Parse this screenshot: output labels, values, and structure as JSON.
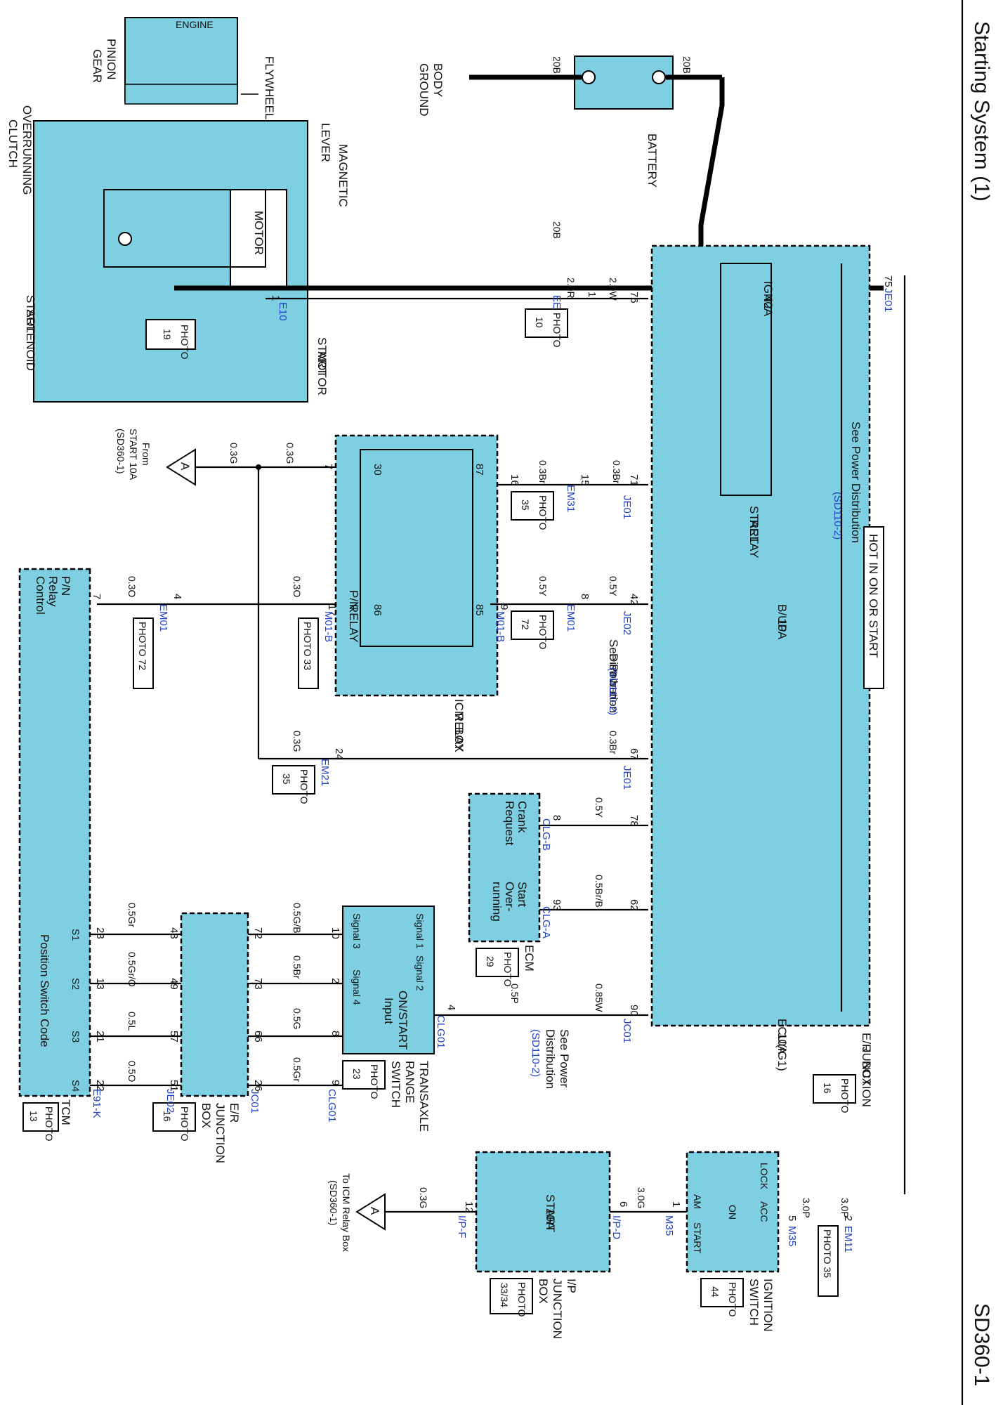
{
  "header": {
    "title": "Starting System (1)",
    "page_code": "SD360-1"
  },
  "components": {
    "engine": "ENGINE",
    "flywheel": "FLYWHEEL",
    "pinion_gear": [
      "PINION",
      "GEAR"
    ],
    "overrunning_clutch": [
      "OVERRUNNING",
      "CLUTCH"
    ],
    "lever": "LEVER",
    "magnetic": "MAGNETIC",
    "motor": "MOTOR",
    "start_motor": [
      "START",
      "MOTOR"
    ],
    "start_solenoid": [
      "START",
      "SOLENOID"
    ],
    "battery": "BATTERY",
    "body_ground": [
      "BODY",
      "GROUND"
    ],
    "ign2_fuse": [
      "IGN2",
      "40A"
    ],
    "start_relay": [
      "START",
      "RELAY"
    ],
    "bup_fuse": [
      "B/UP",
      "10A"
    ],
    "ecu_fuse": [
      "ECU(IG1)",
      "10A"
    ],
    "pn_relay": [
      "P/N",
      "RELAY"
    ],
    "icm_relay_box": [
      "ICM",
      "RELAY",
      "BOX"
    ],
    "er_junction_box": [
      "E/R",
      "JUNCTION",
      "BOX"
    ],
    "ecm": "ECM",
    "crank_request": [
      "Crank",
      "Request"
    ],
    "start_overrunning": [
      "Start",
      "Over-",
      "running"
    ],
    "transaxle_range_switch": [
      "TRANSAXLE",
      "RANGE",
      "SWITCH"
    ],
    "on_start_input": [
      "ON/START",
      "Input"
    ],
    "signal_labels": [
      "Signal 1",
      "Signal 2",
      "Signal 3",
      "Signal 4"
    ],
    "tcm": "TCM",
    "pn_relay_control": [
      "P/N",
      "Relay",
      "Control"
    ],
    "position_switch_code": "Position Switch Code",
    "s_labels": [
      "S1",
      "S2",
      "S3",
      "S4"
    ],
    "ignition_switch": [
      "IGNITION",
      "SWITCH"
    ],
    "ign_positions": [
      "LOCK",
      "ACC",
      "ON",
      "START",
      "AM"
    ],
    "ip_junction_box": [
      "I/P",
      "JUNCTION",
      "BOX"
    ],
    "start_fuse": [
      "START",
      "10A"
    ]
  },
  "notes": {
    "hot_in_on": "HOT IN ON OR START",
    "see_power_dist": "See Power Distribution",
    "see_power": "See Power",
    "distribution": "Distribution",
    "sd110_2": "(SD110-2)",
    "from_start": [
      "From",
      "START 10A",
      "(SD360-1)"
    ],
    "to_icm": [
      "To ICM Relay Box",
      "(SD360-1)"
    ],
    "off_page": "A"
  },
  "photos": {
    "p19": [
      "PHOTO",
      "19"
    ],
    "p10": [
      "PHOTO",
      "10"
    ],
    "p35a": [
      "PHOTO",
      "35"
    ],
    "p72a": [
      "PHOTO",
      "72"
    ],
    "p33": "PHOTO 33",
    "p72b": "PHOTO 72",
    "p35b": [
      "PHOTO",
      "35"
    ],
    "p29": [
      "PHOTO",
      "29"
    ],
    "p23": [
      "PHOTO",
      "23"
    ],
    "p16a": [
      "PHOTO",
      "16"
    ],
    "p16b": [
      "PHOTO",
      "16"
    ],
    "p13": [
      "PHOTO",
      "13"
    ],
    "p35c": "PHOTO 35",
    "p44": [
      "PHOTO",
      "44"
    ],
    "p3334": [
      "PHOTO",
      "33/34"
    ]
  },
  "connectors": {
    "e10": "E10",
    "ee02": "EE02",
    "je01": "JE01",
    "je02": "JE02",
    "em31": "EM31",
    "em01": "EM01",
    "m01b": "M01-B",
    "em21": "EM21",
    "clgb": "CLG-B",
    "clga": "CLG-A",
    "jc01": "JC01",
    "clg01": "CLG01",
    "e91k": "E91-K",
    "em11": "EM11",
    "m35": "M35",
    "ipd": "I/P-D",
    "ipf": "I/P-F"
  },
  "wires": {
    "w20b": "20B",
    "w20r": "2.0R",
    "w20w": "2.0W",
    "w03br": "0.3Br",
    "w03g": "0.3G",
    "w05y": "0.5Y",
    "w03o": "0.3O",
    "w05brb": "0.5Br/B",
    "w085w": "0.85W",
    "w05p": "0.5P",
    "w30p": "3.0P",
    "w30g": "3.0G",
    "w05gb": "0.5G/B",
    "w05br": "0.5Br",
    "w05g": "0.5G",
    "w05gr": "0.5Gr",
    "w05gro": "0.5Gr/O",
    "w05l": "0.5L",
    "w05o": "0.5O"
  },
  "pins": {
    "p1": "1",
    "p2": "2",
    "p4": "4",
    "p5": "5",
    "p6": "6",
    "p7": "7",
    "p8": "8",
    "p9": "9",
    "p10": "10",
    "p12": "12",
    "p13": "13",
    "p15": "15",
    "p16": "16",
    "p17": "17",
    "p21": "21",
    "p22": "22",
    "p23": "23",
    "p24": "24",
    "p26": "26",
    "p30": "30",
    "p42": "42",
    "p43": "43",
    "p49": "49",
    "p51": "51",
    "p57": "57",
    "p62": "62",
    "p66": "66",
    "p67": "67",
    "p71": "71",
    "p72": "72",
    "p73": "73",
    "p75": "75",
    "p76": "76",
    "p78": "78",
    "p85": "85",
    "p86": "86",
    "p87": "87",
    "p90": "90",
    "p93": "93"
  }
}
